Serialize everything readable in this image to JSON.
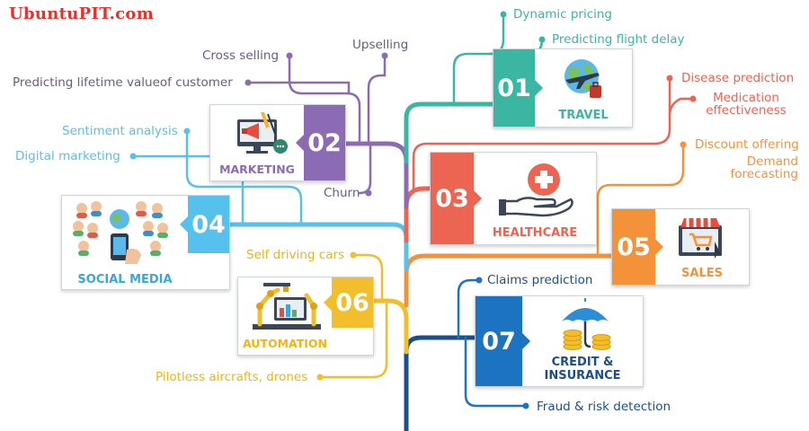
{
  "brand": {
    "logo": "UbuntuPIT.com"
  },
  "colors": {
    "travel": "#3ab6a2",
    "marketing": "#8a6bb4",
    "healthcare": "#ec6452",
    "social": "#56c1ec",
    "sales": "#f4923a",
    "automation": "#f3be2b",
    "credit": "#1b73c2"
  },
  "travel": {
    "number": "01",
    "title": "TRAVEL",
    "icon": "globe-plane-luggage-icon",
    "labels": [
      "Dynamic pricing",
      "Predicting flight delay"
    ]
  },
  "marketing": {
    "number": "02",
    "title": "MARKETING",
    "icon": "megaphone-icon",
    "labels": [
      "Cross selling",
      "Upselling",
      "Predicting lifetime valueof customer",
      "Churn"
    ]
  },
  "healthcare": {
    "number": "03",
    "title": "HEALTHCARE",
    "icon": "hand-medical-cross-icon",
    "labels": [
      "Disease prediction",
      "Medication effectiveness"
    ]
  },
  "social": {
    "number": "04",
    "title": "SOCIAL MEDIA",
    "icon": "people-network-icon",
    "labels": [
      "Sentiment analysis",
      "Digital marketing"
    ]
  },
  "sales": {
    "number": "05",
    "title": "SALES",
    "icon": "shop-cart-icon",
    "labels": [
      "Discount offering",
      "Demand forecasting"
    ]
  },
  "automation": {
    "number": "06",
    "title": "AUTOMATION",
    "icon": "robot-arm-icon",
    "labels": [
      "Self driving cars",
      "Pilotless aircrafts, drones"
    ]
  },
  "credit": {
    "number": "07",
    "title": "CREDIT & INSURANCE",
    "icon": "umbrella-coins-icon",
    "labels": [
      "Claims prediction",
      "Fraud & risk detection"
    ]
  }
}
